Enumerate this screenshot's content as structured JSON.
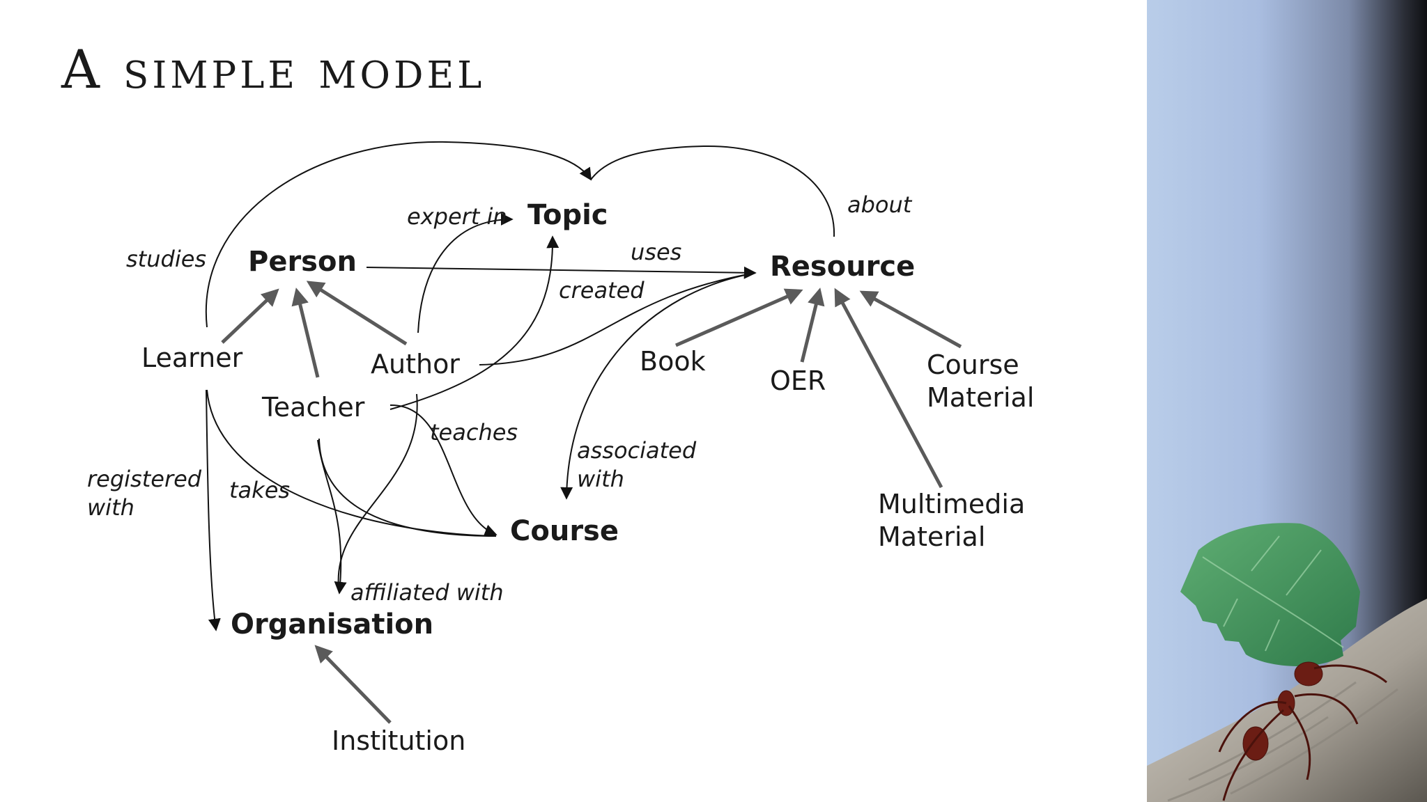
{
  "slide": {
    "title": "A simple model"
  },
  "diagram": {
    "nodes": {
      "topic": "Topic",
      "person": "Person",
      "resource": "Resource",
      "course": "Course",
      "organisation": "Organisation",
      "learner": "Learner",
      "author": "Author",
      "teacher": "Teacher",
      "book": "Book",
      "oer": "OER",
      "course_material": [
        "Course",
        "Material"
      ],
      "multimedia_material": [
        "Multimedia",
        "Material"
      ],
      "institution": "Institution"
    },
    "relations": {
      "studies": "studies",
      "expert_in": "expert in",
      "uses": "uses",
      "created": "created",
      "about": "about",
      "teaches": "teaches",
      "associated_with": [
        "associated",
        "with"
      ],
      "registered_with": [
        "registered",
        "with"
      ],
      "takes": "takes",
      "affiliated_with": "affiliated with"
    }
  },
  "photo": {
    "subject": "leafcutter ant carrying a green leaf",
    "colors": {
      "sky_light": "#b9cde9",
      "sky_dark": "#0e0f12",
      "leaf": "#3f8e57",
      "ant": "#6b1d14"
    }
  }
}
